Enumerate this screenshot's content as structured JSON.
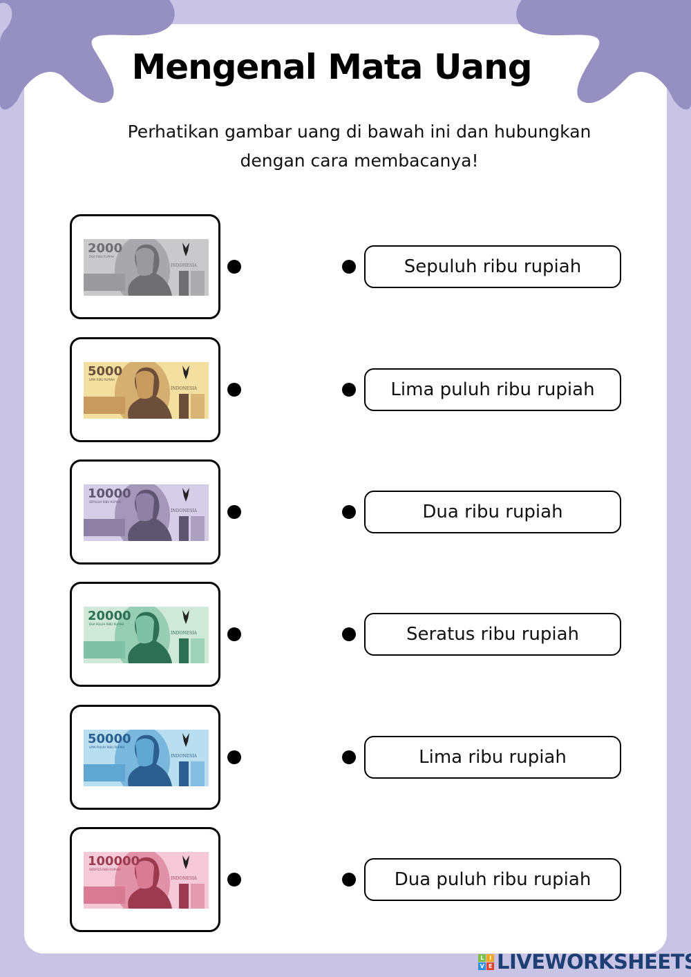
{
  "title": "Mengenal Mata Uang",
  "instruction_line1": "Perhatikan gambar uang di bawah ini dan hubungkan",
  "instruction_line2": "dengan cara membacanya!",
  "notes": [
    {
      "value": "2000",
      "words": "DUA RIBU RUPIAH",
      "country": "INDONESIA",
      "bg": "#c9c9cb",
      "dark": "#6f6e73",
      "mid": "#9a999e"
    },
    {
      "value": "5000",
      "words": "LIMA RIBU RUPIAH",
      "country": "INDONESIA",
      "bg": "#f3e0a0",
      "dark": "#6b4f3a",
      "mid": "#c89a5e"
    },
    {
      "value": "10000",
      "words": "SEPULUH RIBU RUPIAH",
      "country": "INDONESIA",
      "bg": "#d6cde6",
      "dark": "#5e5570",
      "mid": "#8d82a6"
    },
    {
      "value": "20000",
      "words": "DUA PULUH RIBU RUPIAH",
      "country": "INDONESIA",
      "bg": "#cfe8d8",
      "dark": "#2e6f57",
      "mid": "#7fc1a6"
    },
    {
      "value": "50000",
      "words": "LIMA PULUH RIBU RUPIAH",
      "country": "INDONESIA",
      "bg": "#b8def0",
      "dark": "#2a5f8f",
      "mid": "#5fa6d3"
    },
    {
      "value": "100000",
      "words": "SERATUS RIBU RUPIAH",
      "country": "INDONESIA",
      "bg": "#f5c9d8",
      "dark": "#9c3b4f",
      "mid": "#d97b95"
    }
  ],
  "answers": [
    "Sepuluh ribu rupiah",
    "Lima puluh ribu rupiah",
    "Dua ribu rupiah",
    "Seratus ribu rupiah",
    "Lima ribu rupiah",
    "Dua puluh ribu rupiah"
  ],
  "logo": {
    "text": "LIVEWORKSHEETS",
    "tiles": [
      "L",
      "I",
      "V",
      "E"
    ]
  },
  "colors": {
    "background": "#c9c4e6",
    "blob": "#9690c2",
    "card": "#ffffff"
  }
}
